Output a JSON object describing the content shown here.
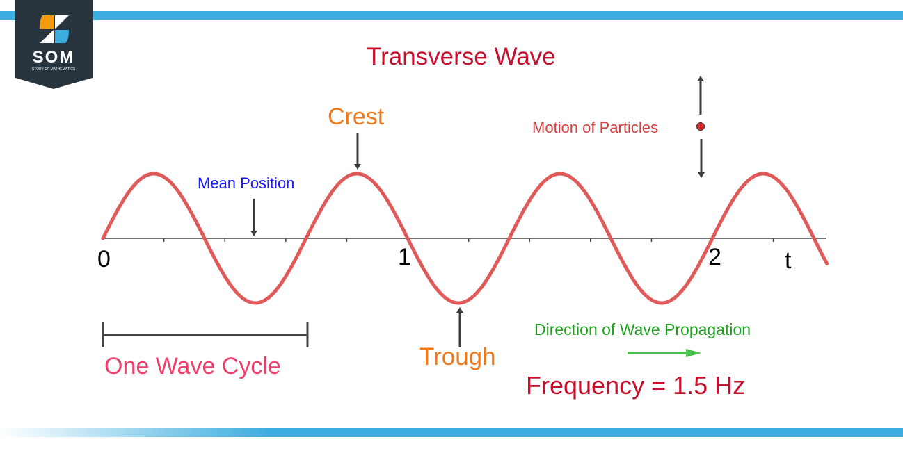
{
  "logo": {
    "text": "SOM",
    "subtitle": "STORY OF MATHEMATICS"
  },
  "title": "Transverse Wave",
  "labels": {
    "crest": "Crest",
    "trough": "Trough",
    "mean_position": "Mean Position",
    "motion_of_particles": "Motion of Particles",
    "one_wave_cycle": "One Wave Cycle",
    "direction": "Direction of Wave Propagation",
    "frequency": "Frequency = 1.5 Hz"
  },
  "axis": {
    "tick_labels": [
      "0",
      "1",
      "2"
    ],
    "variable": "t"
  },
  "wave": {
    "frequency_hz": 1.5,
    "t_range": [
      0,
      2.38
    ]
  },
  "colors": {
    "wave": "#e05a5a",
    "title": "#c8102e",
    "crest": "#f07a1a",
    "mean": "#1a1aff",
    "cycle": "#ef3f6a",
    "direction": "#1fa01f",
    "accent": "#3badde"
  }
}
